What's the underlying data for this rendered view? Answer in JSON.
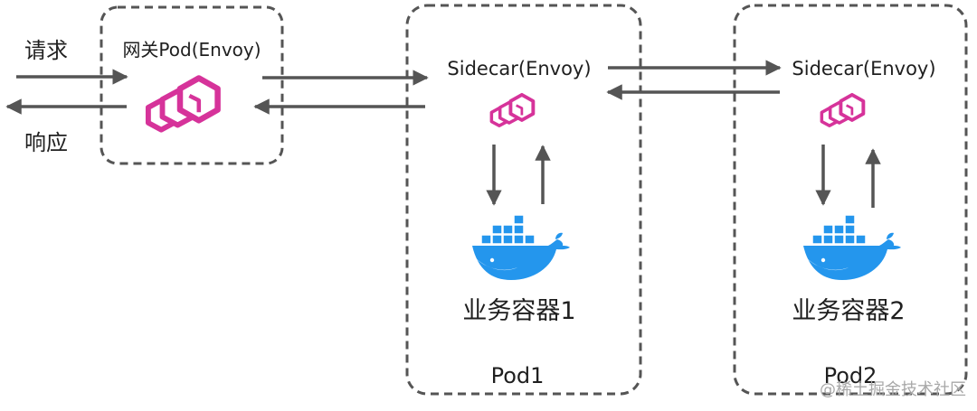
{
  "labels": {
    "request": "请求",
    "response": "响应",
    "gateway": "网关Pod(Envoy)",
    "sidecar1": "Sidecar(Envoy)",
    "sidecar2": "Sidecar(Envoy)",
    "container1": "业务容器1",
    "container2": "业务容器2",
    "pod1": "Pod1",
    "pod2": "Pod2"
  },
  "watermark": "@稀土掘金技术社区",
  "colors": {
    "envoy": "#d6339a",
    "docker": "#2496ed",
    "arrow": "#555555",
    "border": "#555555"
  },
  "icons": {
    "proxy": "envoy-logo-icon",
    "container": "docker-whale-icon"
  }
}
